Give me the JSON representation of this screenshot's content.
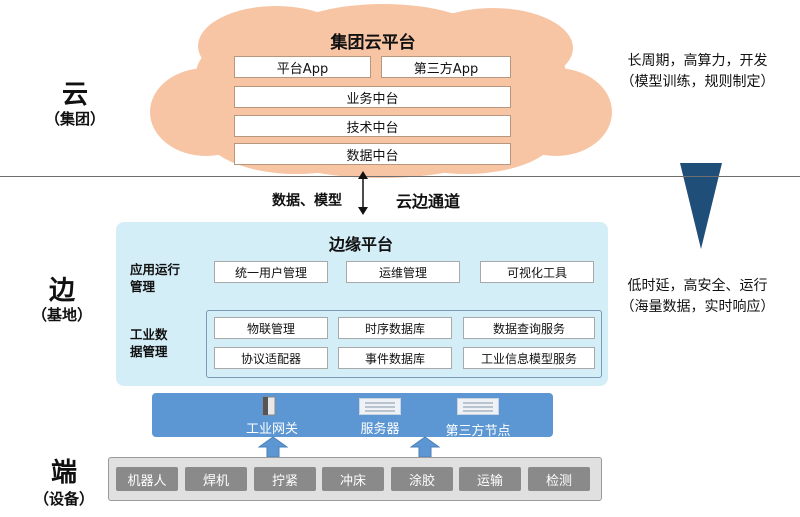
{
  "tiers": {
    "cloud": {
      "name": "云",
      "sub": "（集团）",
      "note_line1": "长周期，高算力，开发",
      "note_line2": "（模型训练，规则制定）"
    },
    "edge": {
      "name": "边",
      "sub": "（基地）",
      "note_line1": "低时延，高安全、运行",
      "note_line2": "（海量数据，实时响应）"
    },
    "end": {
      "name": "端",
      "sub": "（设备）"
    }
  },
  "cloud_platform": {
    "title": "集团云平台",
    "apps": [
      "平台App",
      "第三方App"
    ],
    "layers": [
      "业务中台",
      "技术中台",
      "数据中台"
    ]
  },
  "channel": {
    "left_label": "数据、模型",
    "right_label": "云边通道"
  },
  "edge_platform": {
    "title": "边缘平台",
    "app_group": {
      "label_line1": "应用运行",
      "label_line2": "管理",
      "items": [
        "统一用户管理",
        "运维管理",
        "可视化工具"
      ]
    },
    "data_group": {
      "label_line1": "工业数",
      "label_line2": "据管理",
      "row1": [
        "物联管理",
        "时序数据库",
        "数据查询服务"
      ],
      "row2": [
        "协议适配器",
        "事件数据库",
        "工业信息模型服务"
      ]
    }
  },
  "gateway_bar": {
    "items": [
      "工业网关",
      "服务器",
      "第三方节点"
    ]
  },
  "devices": [
    "机器人",
    "焊机",
    "拧紧",
    "冲床",
    "涂胶",
    "运输",
    "检测"
  ],
  "colors": {
    "cloud": "#f7c5a4",
    "edge_panel": "#d4eef8",
    "gateway_bar": "#5c97d3",
    "device_bar": "#e0e0e0",
    "device_box": "#8a8a8a",
    "funnel": "#1f4e79"
  }
}
